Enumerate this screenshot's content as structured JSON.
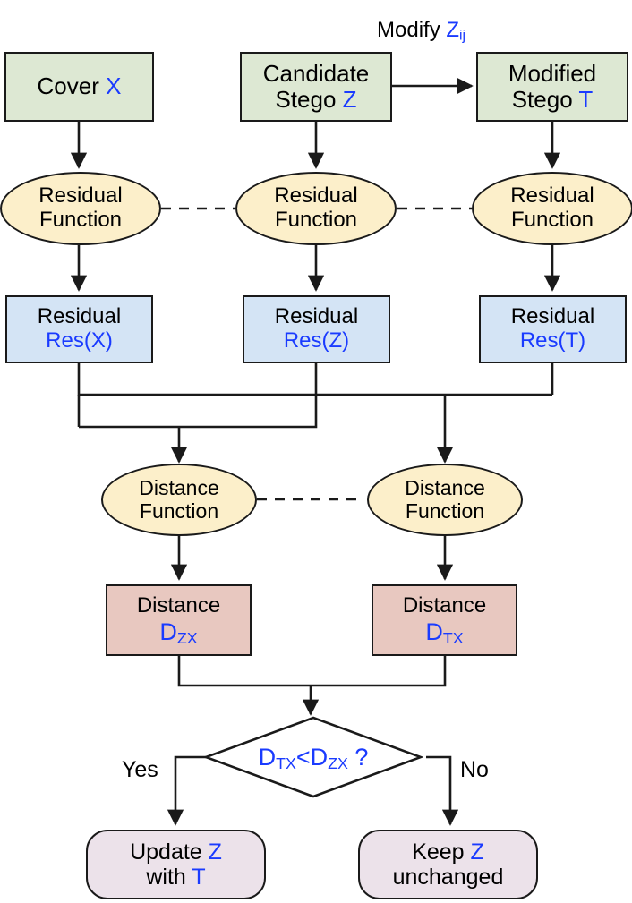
{
  "diagram": {
    "title": "Steganography residual-distance iterative adjustment flowchart",
    "colors": {
      "input_fill": "#dde8d3",
      "function_fill": "#fcefca",
      "residual_fill": "#d4e4f5",
      "distance_fill": "#e8c8c0",
      "outcome_fill": "#ece2ea",
      "stroke": "#1a1a1a",
      "accent_text": "#1a3bff",
      "plain_text": "#000000"
    },
    "nodes": {
      "cover": {
        "line1": "Cover ",
        "symbol": "X"
      },
      "candidate_stego": {
        "line1": "Candidate",
        "line2": "Stego ",
        "symbol": "Z"
      },
      "modified_stego": {
        "line1": "Modified",
        "line2": "Stego ",
        "symbol": "T"
      },
      "residual_function_x": {
        "line1": "Residual",
        "line2": "Function"
      },
      "residual_function_z": {
        "line1": "Residual",
        "line2": "Function"
      },
      "residual_function_t": {
        "line1": "Residual",
        "line2": "Function"
      },
      "residual_x": {
        "line1": "Residual",
        "line2": "Res(X)"
      },
      "residual_z": {
        "line1": "Residual",
        "line2": "Res(Z)"
      },
      "residual_t": {
        "line1": "Residual",
        "line2": "Res(T)"
      },
      "distance_function_left": {
        "line1": "Distance",
        "line2": "Function"
      },
      "distance_function_right": {
        "line1": "Distance",
        "line2": "Function"
      },
      "distance_zx": {
        "line1": "Distance",
        "symbol": "D",
        "subscript": "ZX"
      },
      "distance_tx": {
        "line1": "Distance",
        "symbol": "D",
        "subscript": "TX"
      },
      "decision": {
        "left_symbol": "D",
        "left_sub": "TX",
        "operator": "<",
        "right_symbol": "D",
        "right_sub": "ZX",
        "question": " ?"
      },
      "update_z": {
        "line1": "Update ",
        "symbol1": "Z",
        "line2": "with ",
        "symbol2": "T"
      },
      "keep_z": {
        "line1": "Keep ",
        "symbol1": "Z",
        "line2": "unchanged"
      }
    },
    "edge_labels": {
      "modify": {
        "text": "Modify ",
        "symbol": "Z",
        "subscript": "ij"
      },
      "yes": "Yes",
      "no": "No"
    }
  }
}
